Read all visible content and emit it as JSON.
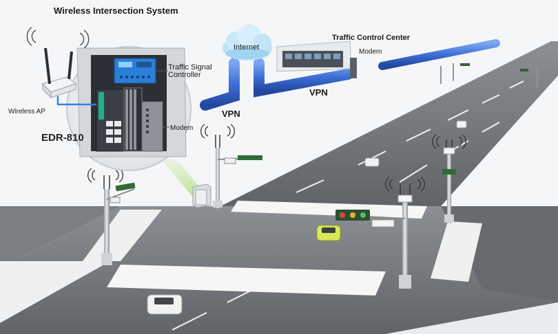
{
  "diagram": {
    "title": "Wireless Intersection System",
    "labels": {
      "traffic_control_center": "Traffic Control Center",
      "modem_center": "Modem",
      "internet": "Internet",
      "vpn_left": "VPN",
      "vpn_right": "VPN",
      "traffic_signal_controller": "Traffic Signal Controller",
      "modem_cabinet": "Modem",
      "wireless_ap": "Wireless AP",
      "device_model": "EDR-810"
    }
  },
  "icons": [
    "wireless-ap-icon",
    "cloud-icon",
    "antenna-icon",
    "traffic-light-icon",
    "car-icon",
    "cabinet-icon"
  ],
  "colors": {
    "pipe": "#3d6fd6",
    "cloud": "#9fd3ef",
    "road": "#6f7377",
    "cone": "#b7e08a",
    "ap_cable": "#3d7fe0"
  }
}
